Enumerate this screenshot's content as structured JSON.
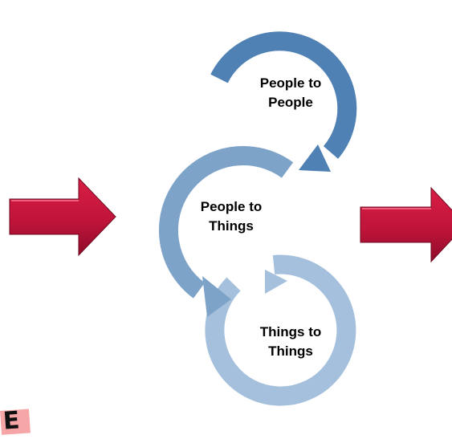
{
  "diagram": {
    "cycles": [
      {
        "line1": "People to",
        "line2": "People",
        "color": "#4f81b5"
      },
      {
        "line1": "People to",
        "line2": "Things",
        "color": "#7ea3c9"
      },
      {
        "line1": "Things to",
        "line2": "Things",
        "color": "#a5c0dc"
      }
    ],
    "input_arrow": {
      "color": "#c0143a"
    },
    "output_arrow": {
      "color": "#c0143a"
    }
  },
  "sticky_note": {
    "letter": "E",
    "color": "#f6a6a6"
  }
}
